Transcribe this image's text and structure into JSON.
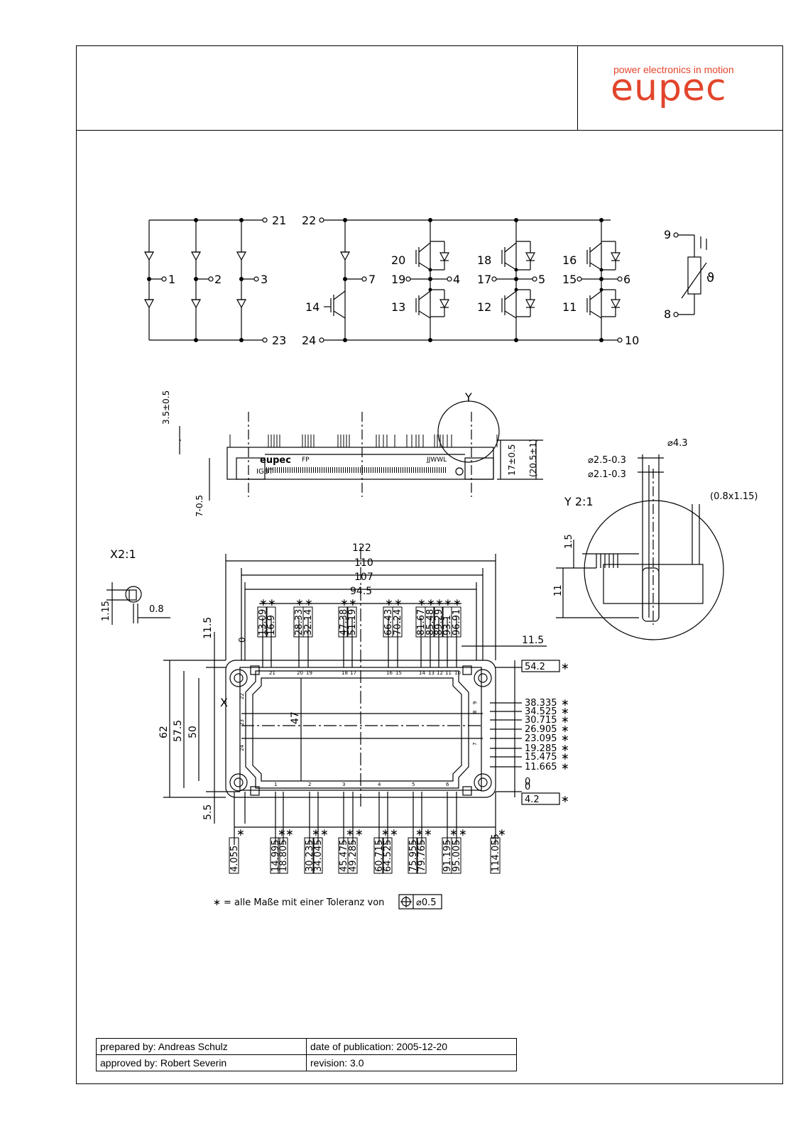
{
  "header": {
    "tagline": "power electronics in motion",
    "logo": "eupec",
    "brand_color": "#e2452b"
  },
  "schematic": {
    "terminals_left": [
      "21",
      "23",
      "1",
      "2",
      "3"
    ],
    "terminals_center": [
      "22",
      "24",
      "7",
      "14"
    ],
    "igbt_labels": [
      "20",
      "19",
      "13",
      "4",
      "18",
      "17",
      "12",
      "5",
      "16",
      "15",
      "11",
      "6",
      "10"
    ],
    "ntc_labels": [
      "9",
      "8"
    ],
    "ntc_symbol": "ϑ"
  },
  "side_view": {
    "view_label": "Y",
    "dims": [
      "3.5±0.5",
      "17±0.5",
      "(20.5±1)",
      "7-0.5"
    ],
    "module_marks": [
      "eupec",
      "IGBT",
      "FP",
      "JJWWL"
    ]
  },
  "detail_y": {
    "title": "Y 2:1",
    "dims": [
      "⌀4.3",
      "⌀2.5-0.3",
      "⌀2.1-0.3",
      "(0.8x1.15)",
      "1.5",
      "11"
    ]
  },
  "detail_x": {
    "title": "X2:1",
    "dims": [
      "1.15",
      "0.8"
    ]
  },
  "top_view": {
    "overall_dims": [
      "122",
      "110",
      "107",
      "94.5"
    ],
    "left_dims": [
      "62",
      "57.5",
      "50",
      "11.5",
      "5.5",
      "47",
      "0"
    ],
    "right_dim": "11.5",
    "top_pin_dims": [
      "13.09",
      "16.9",
      "28.33",
      "32.14",
      "47.38",
      "51.19",
      "66.43",
      "70.24",
      "81.67",
      "85.48",
      "89.29",
      "93.1",
      "96.91"
    ],
    "right_pin_dims": [
      "54.2",
      "38.335",
      "34.525",
      "30.715",
      "26.905",
      "23.095",
      "19.285",
      "15.475",
      "11.665",
      "0",
      "4.2"
    ],
    "bottom_pin_dims": [
      "4.055",
      "14.995",
      "18.805",
      "30.235",
      "34.045",
      "45.475",
      "49.285",
      "60.715",
      "64.525",
      "75.955",
      "79.765",
      "91.195",
      "95.005",
      "114.055"
    ],
    "top_pin_numbers": [
      "21",
      "20",
      "19",
      "18",
      "17",
      "16",
      "15",
      "14",
      "13",
      "12",
      "11",
      "10"
    ],
    "bottom_pin_numbers": [
      "1",
      "2",
      "3",
      "4",
      "5",
      "6"
    ],
    "left_pin_numbers": [
      "22",
      "23",
      "24"
    ],
    "right_pin_numbers": [
      "9",
      "8",
      "7"
    ],
    "x_marker": "X",
    "zero_label": "0"
  },
  "tolerance_note": {
    "text": "∗ = alle Maße mit einer Toleranz von",
    "value": "⌀0.5"
  },
  "footer": {
    "prepared": "prepared by: Andreas Schulz",
    "date": "date of publication: 2005-12-20",
    "approved": "approved by: Robert Severin",
    "revision": "revision: 3.0"
  }
}
